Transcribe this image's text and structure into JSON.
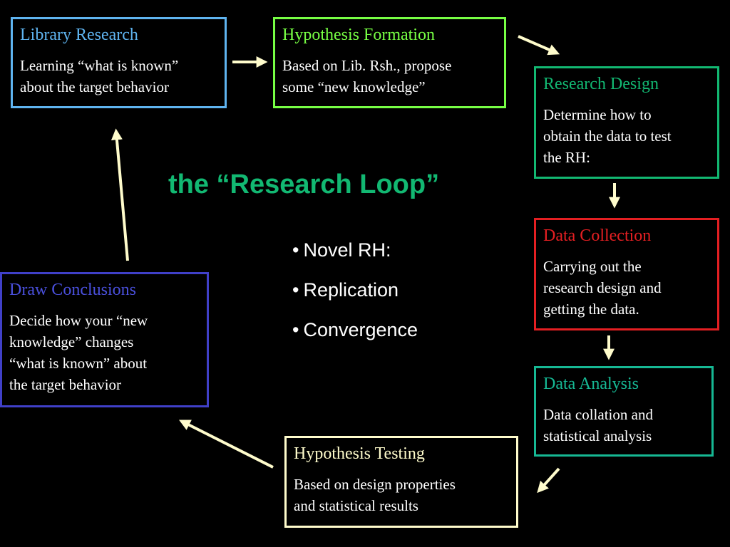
{
  "diagram_title": "the “Research Loop”",
  "colors": {
    "background": "#000000",
    "arrow": "#fffccc"
  },
  "boxes": {
    "library": {
      "title": "Library Research",
      "body_lines": [
        "Learning “what is known”",
        "about the target behavior"
      ],
      "color": "#5fb4f0"
    },
    "hypothesis": {
      "title": "Hypothesis Formation",
      "body_lines": [
        "Based on Lib. Rsh., propose",
        "some “new knowledge”"
      ],
      "color": "#77ff44"
    },
    "design": {
      "title": "Research Design",
      "body_lines": [
        "Determine how to",
        "obtain the data to test",
        "the RH:"
      ],
      "color": "#12b872"
    },
    "collection": {
      "title": "Data Collection",
      "body_lines": [
        "Carrying out the",
        "research design and",
        "getting the data."
      ],
      "color": "#e41f22"
    },
    "analysis": {
      "title": "Data Analysis",
      "body_lines": [
        "Data collation and",
        "statistical analysis"
      ],
      "color": "#16b894"
    },
    "testing": {
      "title": "Hypothesis Testing",
      "body_lines": [
        "Based on design properties",
        "and statistical results"
      ],
      "color": "#fffccc"
    },
    "conclusions": {
      "title": "Draw Conclusions",
      "body_lines": [
        "Decide how your “new",
        "knowledge” changes",
        "“what is known” about",
        "the target behavior"
      ],
      "color": "#4040c8"
    }
  },
  "bullets": [
    "Novel RH:",
    "Replication",
    "Convergence"
  ],
  "bullet_glyph": "•"
}
